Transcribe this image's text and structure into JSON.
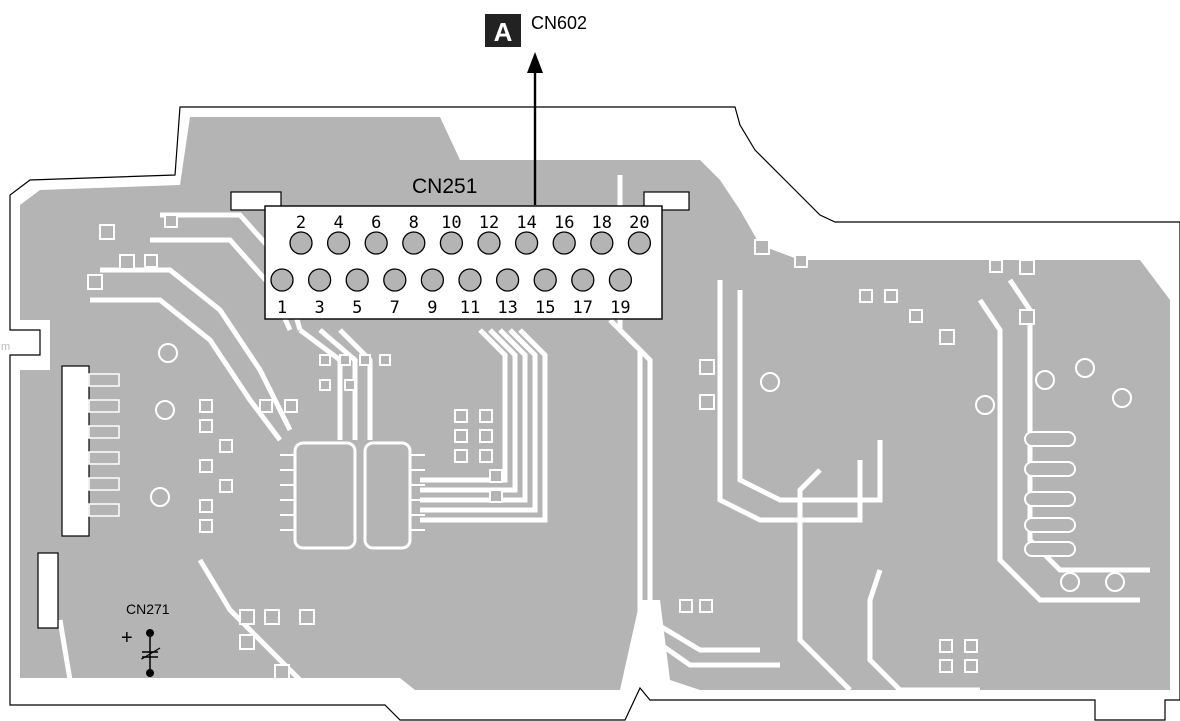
{
  "marker": {
    "letter": "A",
    "target_label": "CN602"
  },
  "main_connector": {
    "label": "CN251",
    "top_row_pins": [
      "2",
      "4",
      "6",
      "8",
      "10",
      "12",
      "14",
      "16",
      "18",
      "20"
    ],
    "bottom_row_pins": [
      "1",
      "3",
      "5",
      "7",
      "9",
      "11",
      "13",
      "15",
      "17",
      "19"
    ]
  },
  "small_connector": {
    "label": "CN271",
    "polarity": "+"
  },
  "edge_text": "m",
  "colors": {
    "copper": "#b4b4b4",
    "trace_gap": "#ffffff",
    "outline": "#000000",
    "background": "#ffffff"
  }
}
